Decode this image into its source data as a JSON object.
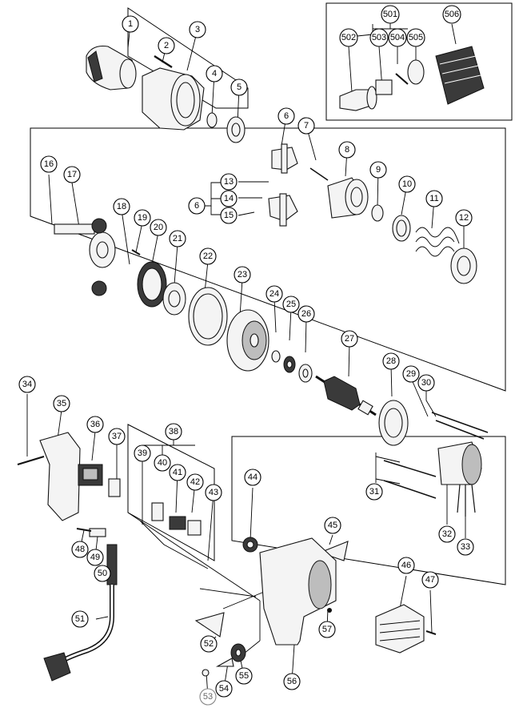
{
  "callouts": {
    "n1": "1",
    "n2": "2",
    "n3": "3",
    "n4": "4",
    "n5": "5",
    "n6a": "6",
    "n6b": "6",
    "n7": "7",
    "n8": "8",
    "n9": "9",
    "n10": "10",
    "n11": "11",
    "n12": "12",
    "n13": "13",
    "n14": "14",
    "n15": "15",
    "n16": "16",
    "n17": "17",
    "n18": "18",
    "n19": "19",
    "n20": "20",
    "n21": "21",
    "n22": "22",
    "n23": "23",
    "n24": "24",
    "n25": "25",
    "n26": "26",
    "n27": "27",
    "n28": "28",
    "n29": "29",
    "n30": "30",
    "n31": "31",
    "n32": "32",
    "n33": "33",
    "n34": "34",
    "n35": "35",
    "n36": "36",
    "n37": "37",
    "n38": "38",
    "n39": "39",
    "n40": "40",
    "n41": "41",
    "n42": "42",
    "n43": "43",
    "n44": "44",
    "n45": "45",
    "n46": "46",
    "n47": "47",
    "n48": "48",
    "n49": "49",
    "n50": "50",
    "n51": "51",
    "n52": "52",
    "n53": "53",
    "n54": "54",
    "n55": "55",
    "n56": "56",
    "n57": "57",
    "n501": "501",
    "n502": "502",
    "n503": "503",
    "n504": "504",
    "n505": "505",
    "n506": "506"
  },
  "colors": {
    "line": "#000000",
    "part_fill": "#f4f4f4",
    "part_dark": "#3a3a3a",
    "faded_callout": "#888888"
  }
}
